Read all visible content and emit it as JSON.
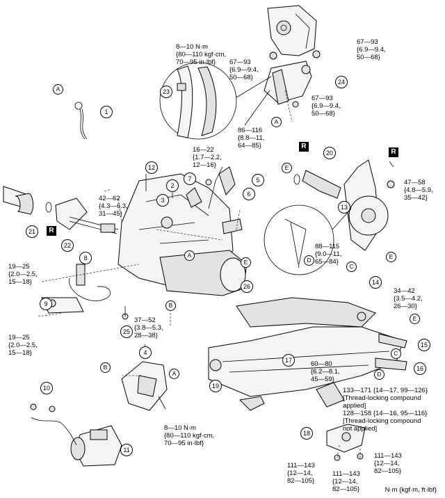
{
  "units_note": "N·m {kgf·m, ft·lbf}",
  "torque_specs": {
    "t_hose_8_10": [
      "8—10 N·m",
      "{80—110 kgf·cm,",
      "70—95 in·lbf}"
    ],
    "t_mount_67_93_a": [
      "67—93",
      "{6.9—9.4,",
      "50—68}"
    ],
    "t_mount_67_93_b": [
      "67—93",
      "{6.9—9.4,",
      "50—68}"
    ],
    "t_mount_67_93_c": [
      "67—93",
      "{6.9—9.4,",
      "50—68}"
    ],
    "t_86_116": [
      "86—116",
      "{8.8—11,",
      "64—85}"
    ],
    "t_16_22": [
      "16—22",
      "{1.7—2.2,",
      "12—16}"
    ],
    "t_42_62": [
      "42—62",
      "{4.3—6.3,",
      "31—45}"
    ],
    "t_47_58": [
      "47—58",
      "{4.8—5.9,",
      "35—42}"
    ],
    "t_88_115": [
      "88—115",
      "{9.0—11,",
      "65—84}"
    ],
    "t_19_25_a": [
      "19—25",
      "{2.0—2.5,",
      "15—18}"
    ],
    "t_19_25_b": [
      "19—25",
      "{2.0—2.5,",
      "15—18}"
    ],
    "t_37_52": [
      "37—52",
      "{3.8—5.3,",
      "28—38}"
    ],
    "t_34_42": [
      "34—42",
      "{3.5—4.2,",
      "26—30}"
    ],
    "t_60_80": [
      "60—80",
      "{6.2—8.1,",
      "45—59}"
    ],
    "t_crossmember": [
      "133—171 {14—17, 99—126}",
      "[Thread-locking compound",
      "applied]",
      "128—158 {14—16, 95—116}",
      "[Thread-locking compound",
      "not applied]"
    ],
    "t_bracket_8_10": [
      "8—10 N·m",
      "{80—110 kgf·cm,",
      "70—95 in·lbf}"
    ],
    "t_111_143_a": [
      "111—143",
      "{12—14,",
      "82—105}"
    ],
    "t_111_143_b": [
      "111—143",
      "{12—14,",
      "82—105}"
    ],
    "t_111_143_c": [
      "111—143",
      "{12—14,",
      "82—105}"
    ]
  },
  "callouts": [
    "1",
    "2",
    "3",
    "4",
    "5",
    "6",
    "7",
    "8",
    "9",
    "10",
    "11",
    "12",
    "13",
    "14",
    "15",
    "16",
    "17",
    "18",
    "19",
    "20",
    "21",
    "22",
    "23",
    "24",
    "25",
    "26"
  ],
  "refs": {
    "A": "A",
    "B": "B",
    "C": "C",
    "D": "D",
    "E": "E"
  },
  "replace_marker": "R"
}
